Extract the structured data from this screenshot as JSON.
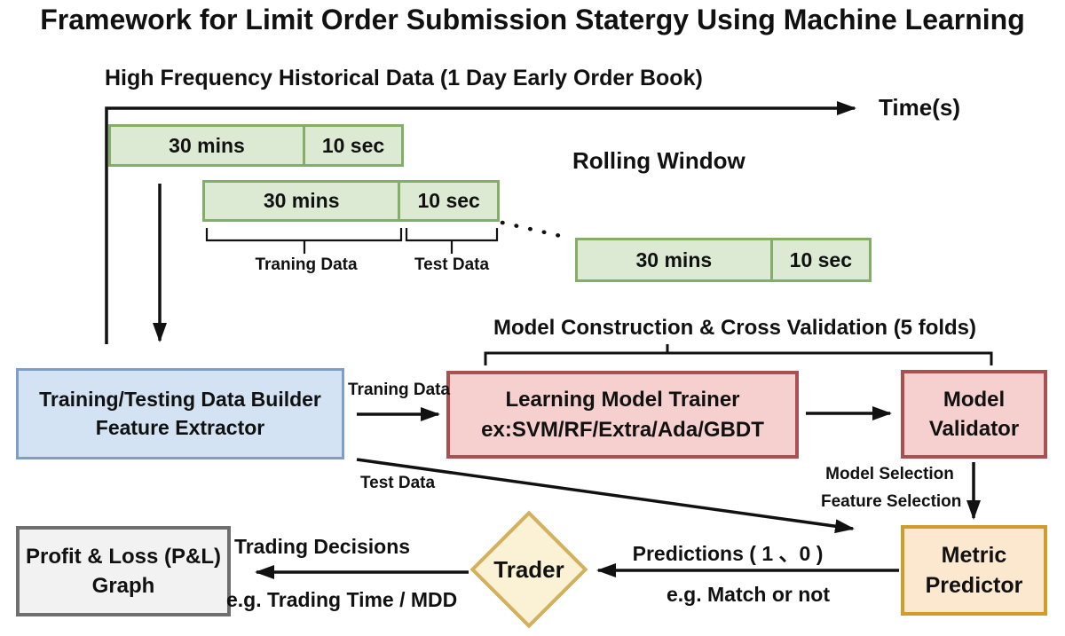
{
  "title": "Framework for Limit Order Submission Statergy Using Machine Learning",
  "timeline": {
    "label": "High Frequency Historical Data (1 Day Early Order Book)",
    "axis_label": "Time(s)"
  },
  "rolling_window": {
    "heading": "Rolling Window",
    "windows": [
      {
        "train": "30 mins",
        "test": "10 sec"
      },
      {
        "train": "30 mins",
        "test": "10 sec"
      },
      {
        "train": "30 mins",
        "test": "10 sec"
      }
    ],
    "training_label": "Traning Data",
    "test_label": "Test Data"
  },
  "cross_validation_label": "Model Construction & Cross Validation (5 folds)",
  "boxes": {
    "data_builder": {
      "line1": "Training/Testing Data Builder",
      "line2": "Feature Extractor"
    },
    "model_trainer": {
      "line1": "Learning Model Trainer",
      "line2": "ex:SVM/RF/Extra/Ada/GBDT"
    },
    "model_validator": {
      "line1": "Model",
      "line2": "Validator"
    },
    "metric_predictor": {
      "line1": "Metric",
      "line2": "Predictor"
    },
    "trader": {
      "label": "Trader"
    },
    "pnl": {
      "line1": "Profit & Loss (P&L)",
      "line2": "Graph"
    }
  },
  "edges": {
    "traning_data": "Traning Data",
    "test_data": "Test Data",
    "model_selection": "Model Selection",
    "feature_selection": "Feature Selection",
    "predictions": "Predictions ( 1 、0 )",
    "match_or_not": "e.g. Match or not",
    "trading_decisions": "Trading Decisions",
    "trading_time_mdd": "e.g. Trading Time / MDD"
  },
  "colors": {
    "ink": "#111111",
    "green_fill": "#dcead4",
    "green_border": "#82ae68",
    "blue_fill": "#d4e3f4",
    "blue_border": "#7d9ec7",
    "pink_fill": "#f6cfcf",
    "pink_border": "#ab5050",
    "peach_fill": "#fce8cf",
    "gold_border": "#cf9d2e",
    "cream_fill": "#fbf2d5",
    "diamond_border": "#d2b05c",
    "gray_fill": "#f2f2f2",
    "gray_border": "#6f6f6f"
  }
}
